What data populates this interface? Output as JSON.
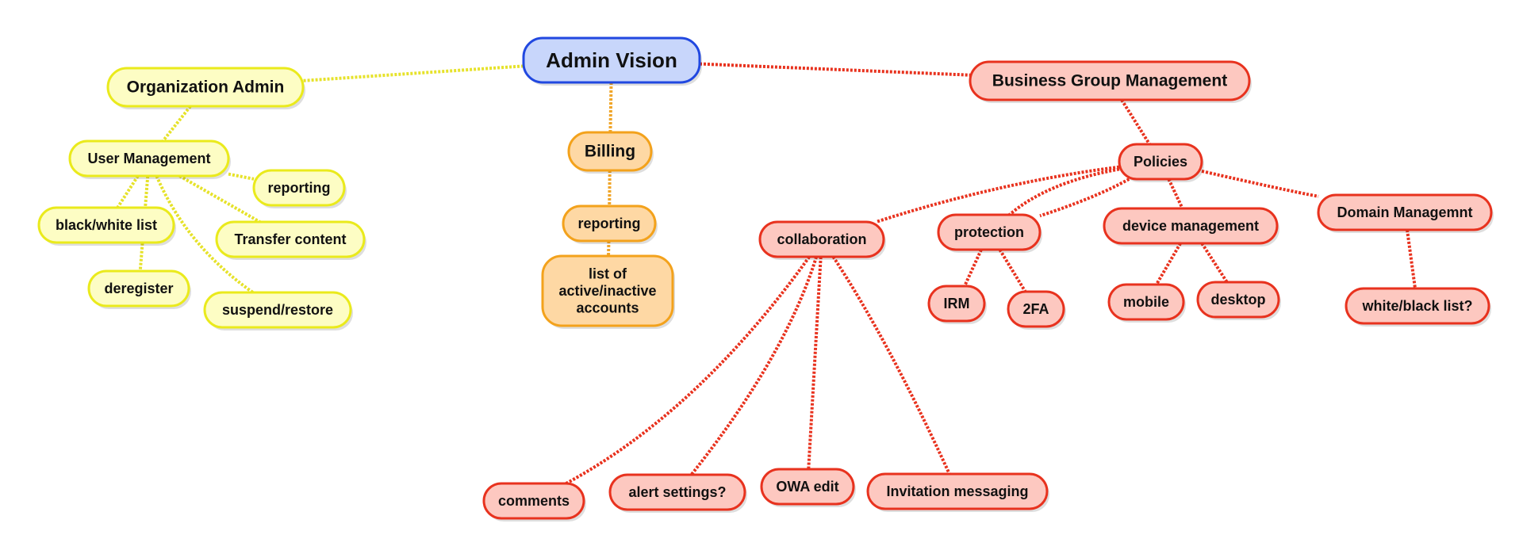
{
  "colors": {
    "central": {
      "fill": "#c8d6fb",
      "stroke": "#2148e0"
    },
    "yellow": {
      "fill": "#fdfdc4",
      "stroke": "#eaea1c",
      "line": "#e6e22a"
    },
    "orange": {
      "fill": "#fed8a4",
      "stroke": "#f3a21c",
      "line": "#f0a528"
    },
    "red": {
      "fill": "#fdc8c0",
      "stroke": "#e8321e",
      "line": "#e8321e"
    }
  },
  "nodes": {
    "admin_vision": "Admin Vision",
    "organization_admin": "Organization Admin",
    "user_management": "User Management",
    "reporting_user": "reporting",
    "black_white_list": "black/white list",
    "transfer_content": "Transfer content",
    "deregister": "deregister",
    "suspend_restore": "suspend/restore",
    "billing": "Billing",
    "reporting_billing": "reporting",
    "accounts_list": [
      "list of",
      "active/inactive",
      "accounts"
    ],
    "business_group_management": "Business Group Management",
    "policies": "Policies",
    "collaboration": "collaboration",
    "protection": "protection",
    "device_management": "device management",
    "domain_management": "Domain Managemnt",
    "irm": "IRM",
    "two_fa": "2FA",
    "mobile": "mobile",
    "desktop": "desktop",
    "white_black_list": "white/black list?",
    "comments": "comments",
    "alert_settings": "alert settings?",
    "owa_edit": "OWA edit",
    "invitation_messaging": "Invitation messaging"
  }
}
